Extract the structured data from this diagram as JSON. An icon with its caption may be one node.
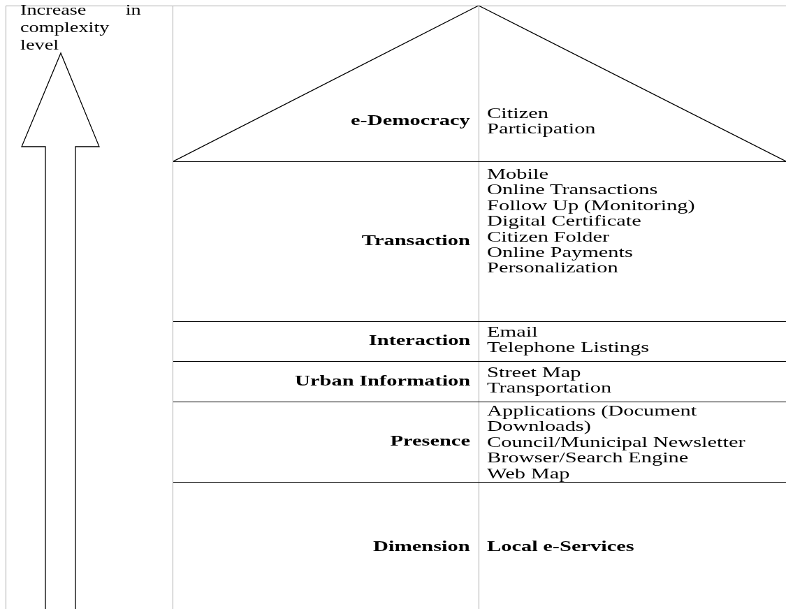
{
  "diagram": {
    "nodes": [
      {
        "text": [
          "e-Democracy",
          "Citizen Participation"
        ]
      },
      {
        "text": [
          "Transaction",
          "Mobile",
          "Online Transactions",
          "Follow Up (Monitoring)",
          "Digital Certificate",
          "Citizen Folder",
          "Online Payments",
          "Personalization"
        ]
      },
      {
        "text": [
          "Interaction",
          "Email",
          "Telephone Listings"
        ]
      },
      {
        "text": [
          "Urban Information",
          "Street Map",
          "Transportation"
        ]
      },
      {
        "text": [
          "Presence",
          "Applications (Document Downloads)",
          "Council/Municipal Newsletter",
          "Browser/Search Engine",
          "Web Map"
        ]
      },
      {
        "text": [
          "Dimension",
          "Local e-Services"
        ]
      }
    ],
    "labels": [
      "Increase in complexity level"
    ]
  }
}
